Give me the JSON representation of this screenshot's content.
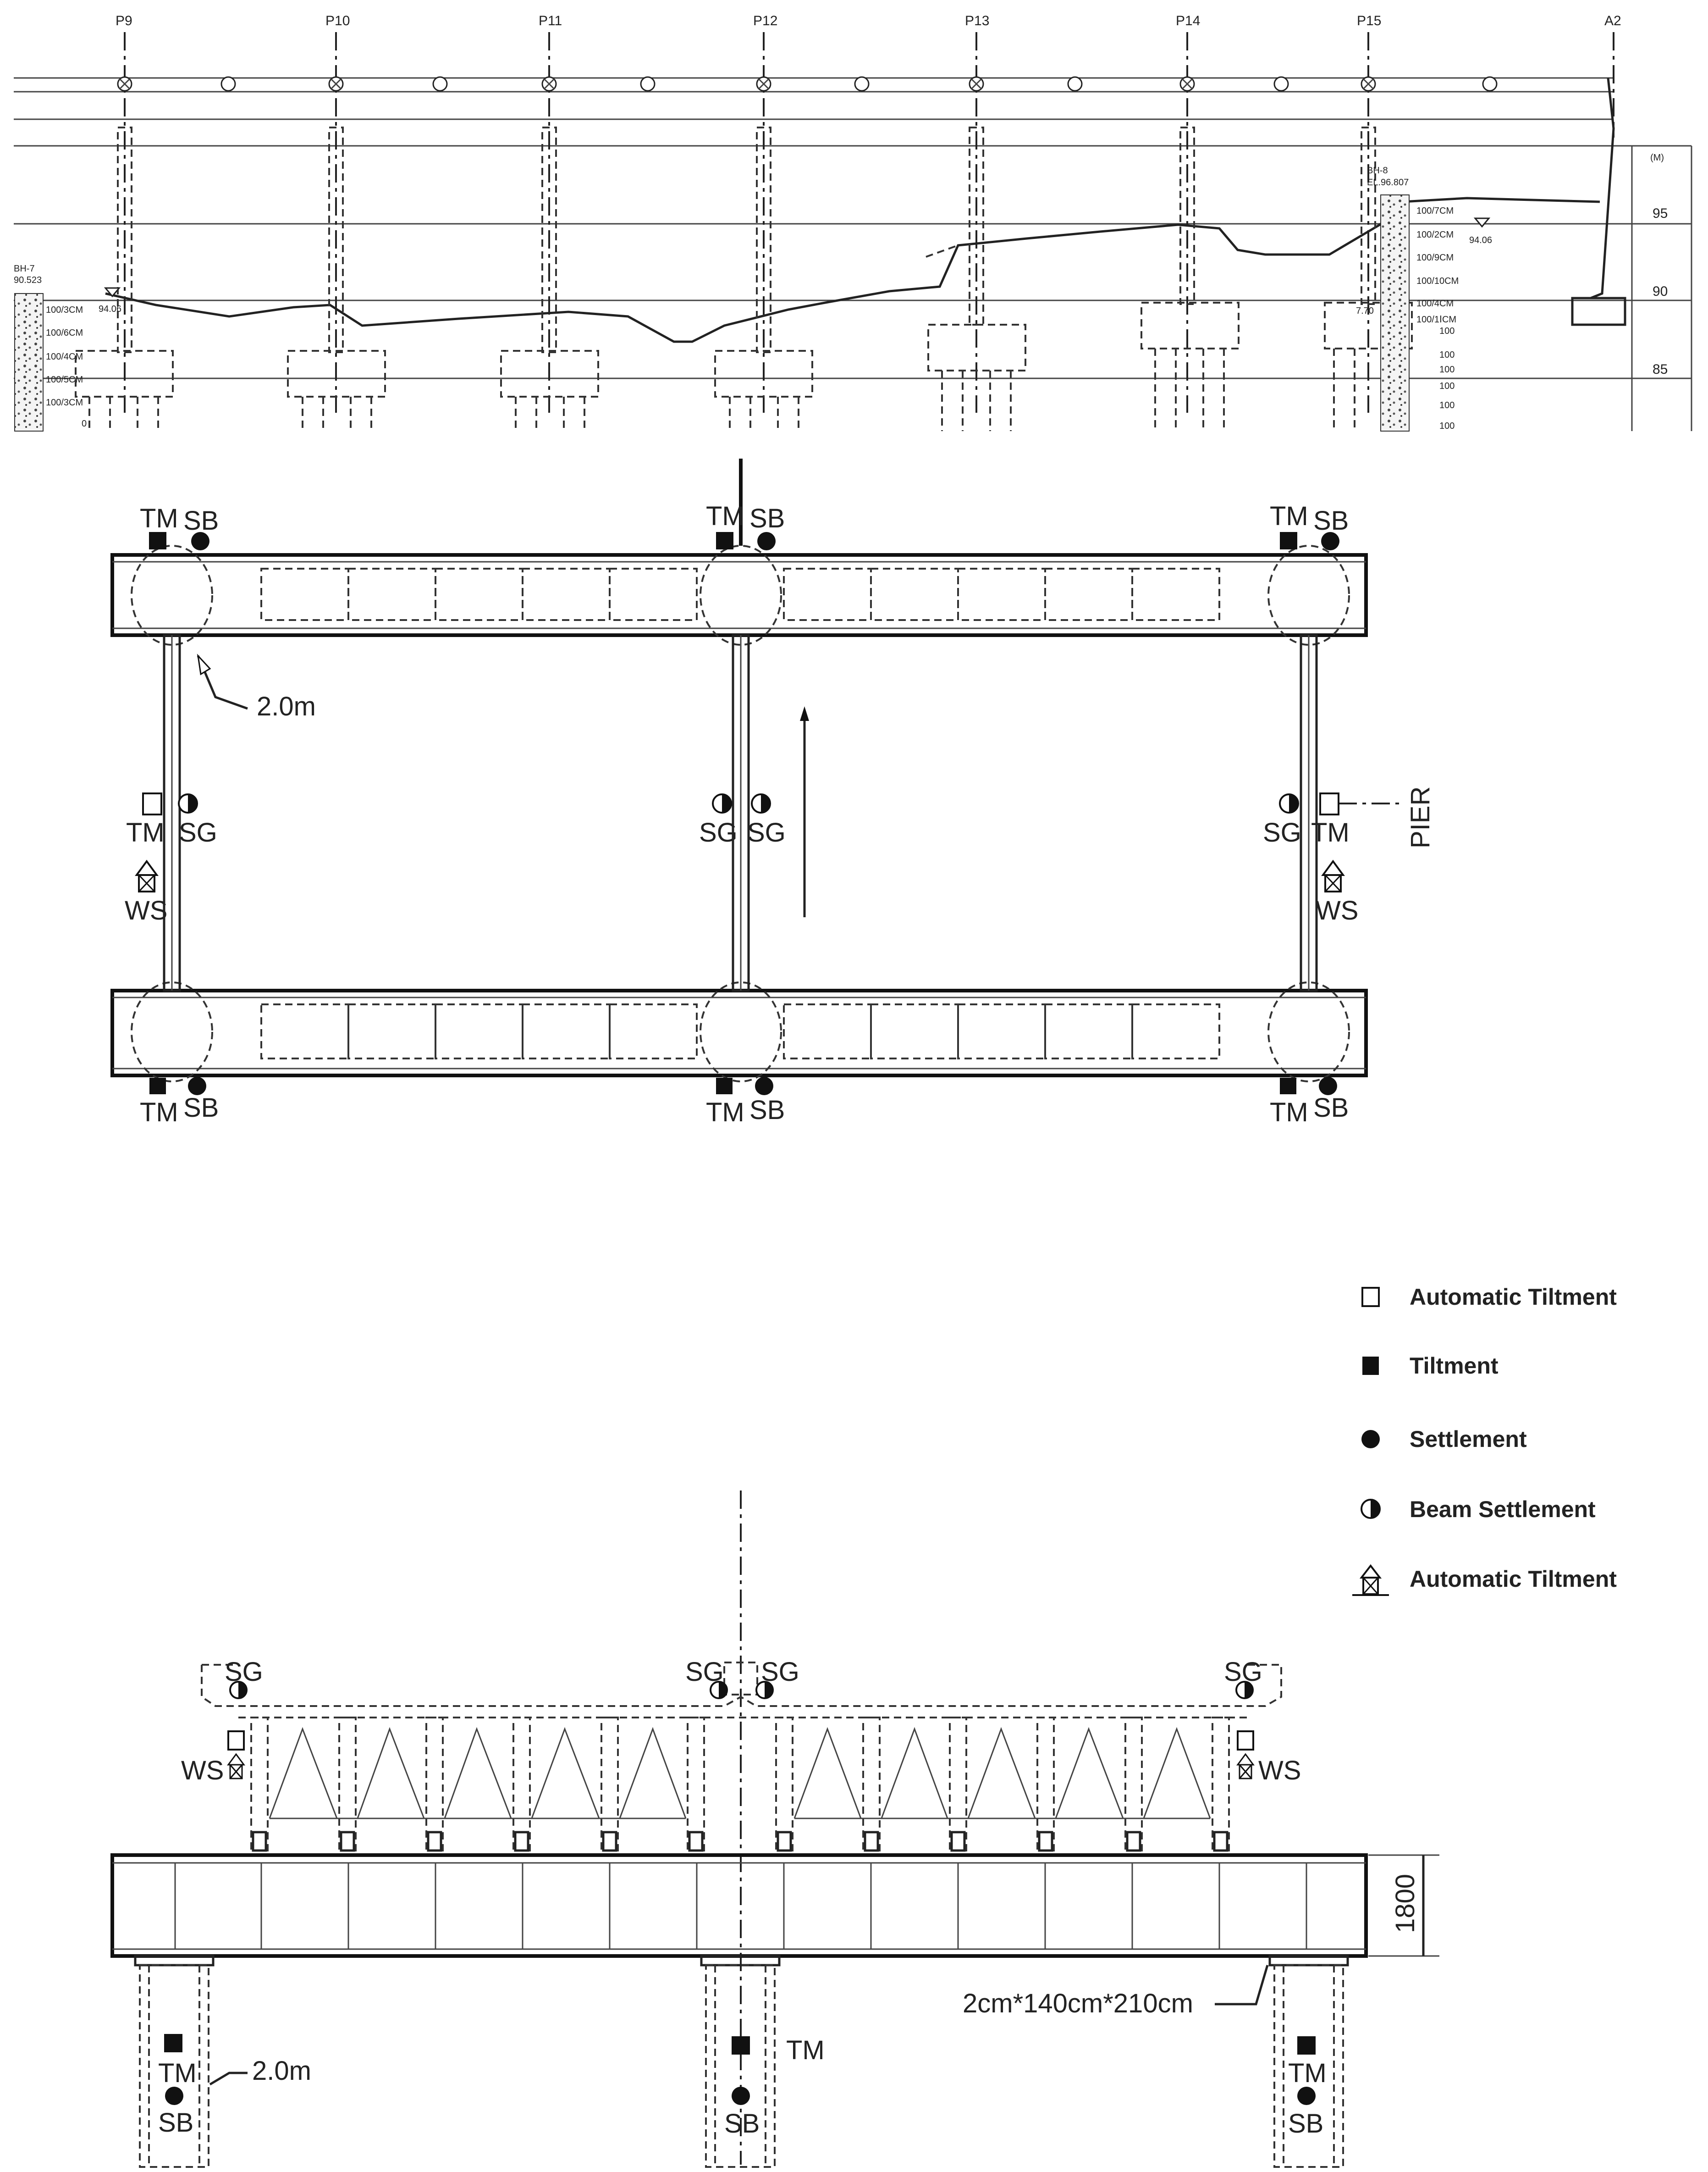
{
  "profile": {
    "piers": [
      "P9",
      "P10",
      "P11",
      "P12",
      "P13",
      "P14",
      "P15",
      "A2"
    ],
    "unit": "(M)",
    "elevations": [
      "95",
      "90",
      "85"
    ],
    "boreholes": [
      {
        "name": "BH-7",
        "elevation": "90.523",
        "spt": [
          "100/3CM",
          "100/6CM",
          "100/4CM",
          "100/5CM",
          "100/3CM"
        ],
        "bottom": "0"
      },
      {
        "name": "BH-8",
        "elevation": "EL.96.807",
        "spt": [
          "100/7CM",
          "100/2CM",
          "100/9CM",
          "100/10CM",
          "100/4CM",
          "100/1ⅠCM",
          "100",
          "100",
          "100",
          "100",
          "100",
          "100"
        ],
        "depth": "7.70"
      }
    ],
    "water_levels": [
      "94.06",
      "94.06"
    ]
  },
  "plan": {
    "labels": {
      "tm": "TM",
      "sb": "SB",
      "sg": "SG",
      "ws": "WS"
    },
    "dimension": "2.0m",
    "pier_label": "PIER"
  },
  "elevation_view": {
    "labels": {
      "sg": "SG",
      "ws": "WS",
      "tm": "TM",
      "sb": "SB"
    },
    "height_dim": "1800",
    "pad_spec": "2cm*140cm*210cm",
    "dimension": "2.0m"
  },
  "legend": [
    {
      "icon": "open-square-icon",
      "label": "Automatic Tiltment"
    },
    {
      "icon": "filled-square-icon",
      "label": "Tiltment"
    },
    {
      "icon": "filled-circle-icon",
      "label": "Settlement"
    },
    {
      "icon": "half-circle-icon",
      "label": "Beam Settlement"
    },
    {
      "icon": "house-cross-icon",
      "label": "Automatic Tiltment"
    }
  ]
}
